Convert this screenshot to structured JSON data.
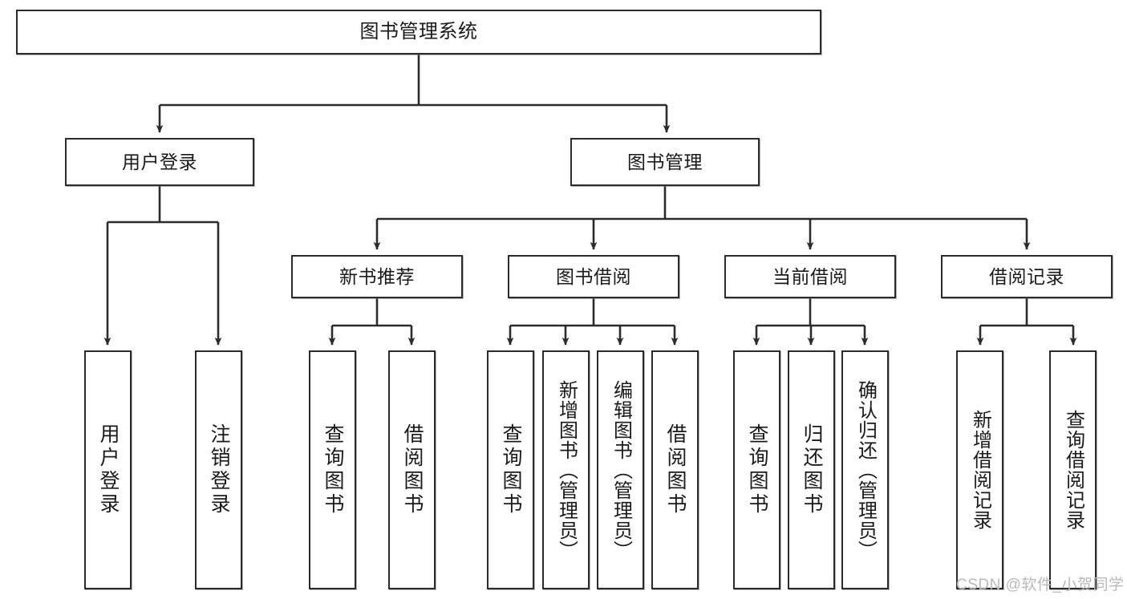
{
  "diagram": {
    "title": "图书管理系统",
    "type": "tree-hierarchy",
    "root": {
      "label": "图书管理系统"
    },
    "level2": [
      {
        "label": "用户登录"
      },
      {
        "label": "图书管理"
      }
    ],
    "level3": [
      {
        "label": "新书推荐"
      },
      {
        "label": "图书借阅"
      },
      {
        "label": "当前借阅"
      },
      {
        "label": "借阅记录"
      }
    ],
    "leaves": {
      "user_login": [
        {
          "label": "用户登录"
        },
        {
          "label": "注销登录"
        }
      ],
      "new_book_recommend": [
        {
          "label": "查询图书"
        },
        {
          "label": "借阅图书"
        }
      ],
      "book_borrow": [
        {
          "label": "查询图书"
        },
        {
          "label": "新增图书（管理员）"
        },
        {
          "label": "编辑图书（管理员）"
        },
        {
          "label": "借阅图书"
        }
      ],
      "current_borrow": [
        {
          "label": "查询图书"
        },
        {
          "label": "归还图书"
        },
        {
          "label": "确认归还（管理员）"
        }
      ],
      "borrow_records": [
        {
          "label": "新增借阅记录"
        },
        {
          "label": "查询借阅记录"
        }
      ]
    }
  },
  "watermark": {
    "text": "CSDN @软件_小贺同学"
  },
  "colors": {
    "background": "#ffffff",
    "node_fill": "#ffffff",
    "node_border": "#2b2b2b",
    "text": "#1a1a1a",
    "edge": "#2b2b2b",
    "watermark": "#b9b9b9"
  }
}
